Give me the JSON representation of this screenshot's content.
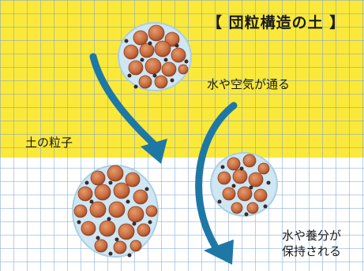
{
  "title": "【 団粒構造の土 】",
  "labels": {
    "water_air": "水や空気が通る",
    "soil_particle": "土の粒子",
    "retain_line1": "水や養分が",
    "retain_line2": "保持される"
  },
  "colors": {
    "top_background": "#fae93a",
    "grid_line": "#8ca0cd",
    "arrow": "#1d78a6",
    "aggregate_fill": "#cfe6f3",
    "particle_fill": "#c66a3e",
    "particle_dark": "#3a2a2a"
  }
}
